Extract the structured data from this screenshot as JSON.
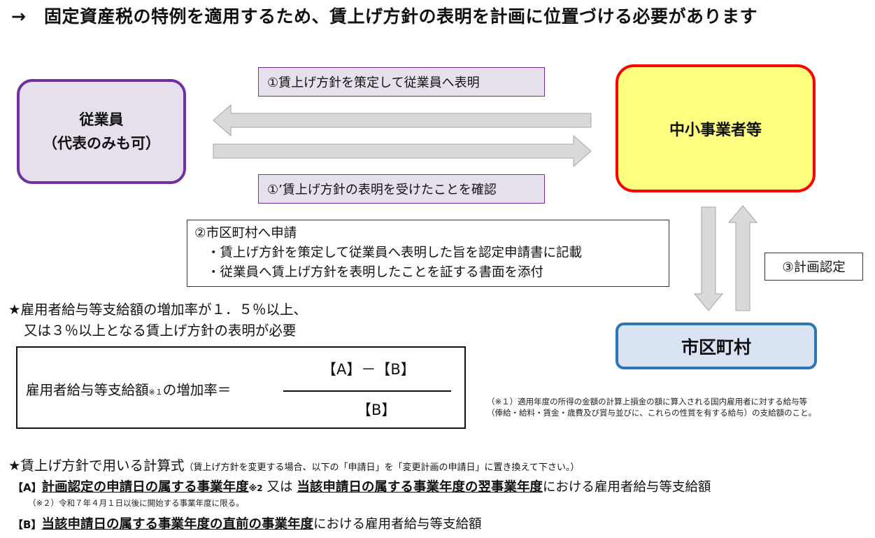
{
  "title": "→　固定資産税の特例を適用するため、賃上げ方針の表明を計画に位置づける必要があります",
  "nodes": {
    "employee_line1": "従業員",
    "employee_line2": "（代表のみも可）",
    "sme": "中小事業者等",
    "city": "市区町村"
  },
  "arrows": {
    "step1": "①賃上げ方針を策定して従業員へ表明",
    "step1b": "①’賃上げ方針の表明を受けたことを確認",
    "step2_title": "②市区町村へ申請",
    "step2_items": [
      "・賃上げ方針を策定して従業員へ表明した旨を認定申請書に記載",
      "・従業員へ賃上げ方針を表明したことを証する書面を添付"
    ],
    "step3": "③計画認定"
  },
  "requirement": {
    "line1": "★雇用者給与等支給額の増加率が１．５％以上、",
    "line2": "又は３％以上となる賃上げ方針の表明が必要"
  },
  "formula": {
    "lhs": "雇用者給与等支給額",
    "lhs_note": "※１",
    "lhs_suffix": "の増加率＝",
    "numerator": "【A】－【B】",
    "denominator": "【B】"
  },
  "note1": {
    "line1": "（※１）適用年度の所得の金額の計算上損金の額に算入される国内雇用者に対する給与等",
    "line2": "（俸給・給料・賃金・歳費及び賞与並びに、これらの性質を有する給与）の支給額のこと。"
  },
  "calc": {
    "heading": "★賃上げ方針で用いる計算式",
    "heading_note": "（賃上げ方針を変更する場合、以下の「申請日」を「変更計画の申請日」に置き換えて下さい。）",
    "a_key": "【A】",
    "a_part1": "計画認定の申請日の属する事業年度",
    "a_note": "※2",
    "a_or": " 又は ",
    "a_part2": "当該申請日の属する事業年度の翌事業年度",
    "a_suffix": "における雇用者給与等支給額",
    "note2": "（※２）令和７年４月１日以後に開始する事業年度に限る。",
    "b_key": "【B】",
    "b_part1": "当該申請日の属する事業年度の直前の事業年度",
    "b_suffix": "における雇用者給与等支給額"
  },
  "colors": {
    "employee_border": "#7030a0",
    "employee_fill": "#e6e0ec",
    "sme_border": "#ff0000",
    "sme_fill": "#ffff80",
    "city_border": "#2e75b6",
    "city_fill": "#dae3f3",
    "arrow_fill": "#d9d9d9"
  }
}
